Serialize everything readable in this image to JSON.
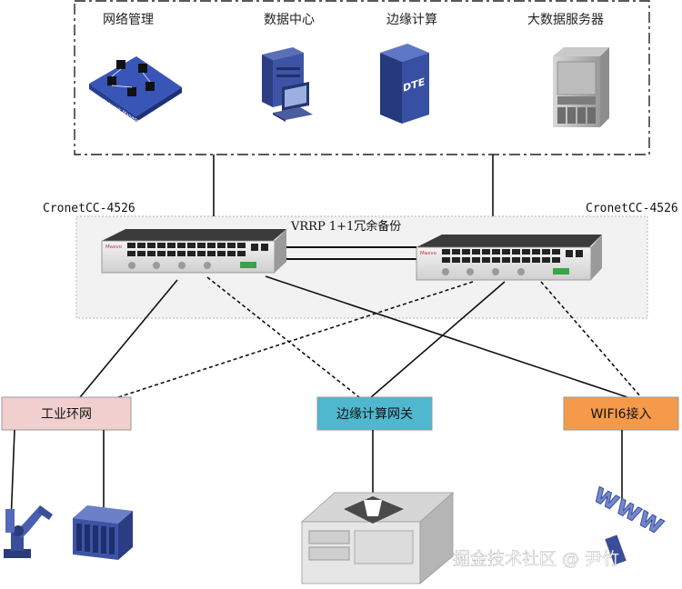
{
  "top_group": {
    "items": [
      {
        "label": "网络管理",
        "icon": "network-management-icon",
        "icon_text": "Network Management"
      },
      {
        "label": "数据中心",
        "icon": "server-pc-icon"
      },
      {
        "label": "边缘计算",
        "icon": "dte-server-icon",
        "icon_text": "DTE"
      },
      {
        "label": "大数据服务器",
        "icon": "rack-server-icon"
      }
    ]
  },
  "switches": {
    "left_label": "CronetCC-4526",
    "right_label": "CronetCC-4526",
    "brand_text": "Maxvo",
    "redundancy_label": "VRRP 1+1冗余备份"
  },
  "access_nodes": [
    {
      "label": "工业环网",
      "color": "#f2cfcf"
    },
    {
      "label": "边缘计算网关",
      "color": "#4fb8cf"
    },
    {
      "label": "WIFI6接入",
      "color": "#f59a4a"
    }
  ],
  "devices": {
    "robot_arm": "robot-arm-icon",
    "plc": "plc-module-icon",
    "industrial_pc": "industrial-pc-icon",
    "wifi": "wifi-www-icon",
    "wifi_text": "www"
  },
  "watermark": "掘金技术社区 @ 尹竹"
}
